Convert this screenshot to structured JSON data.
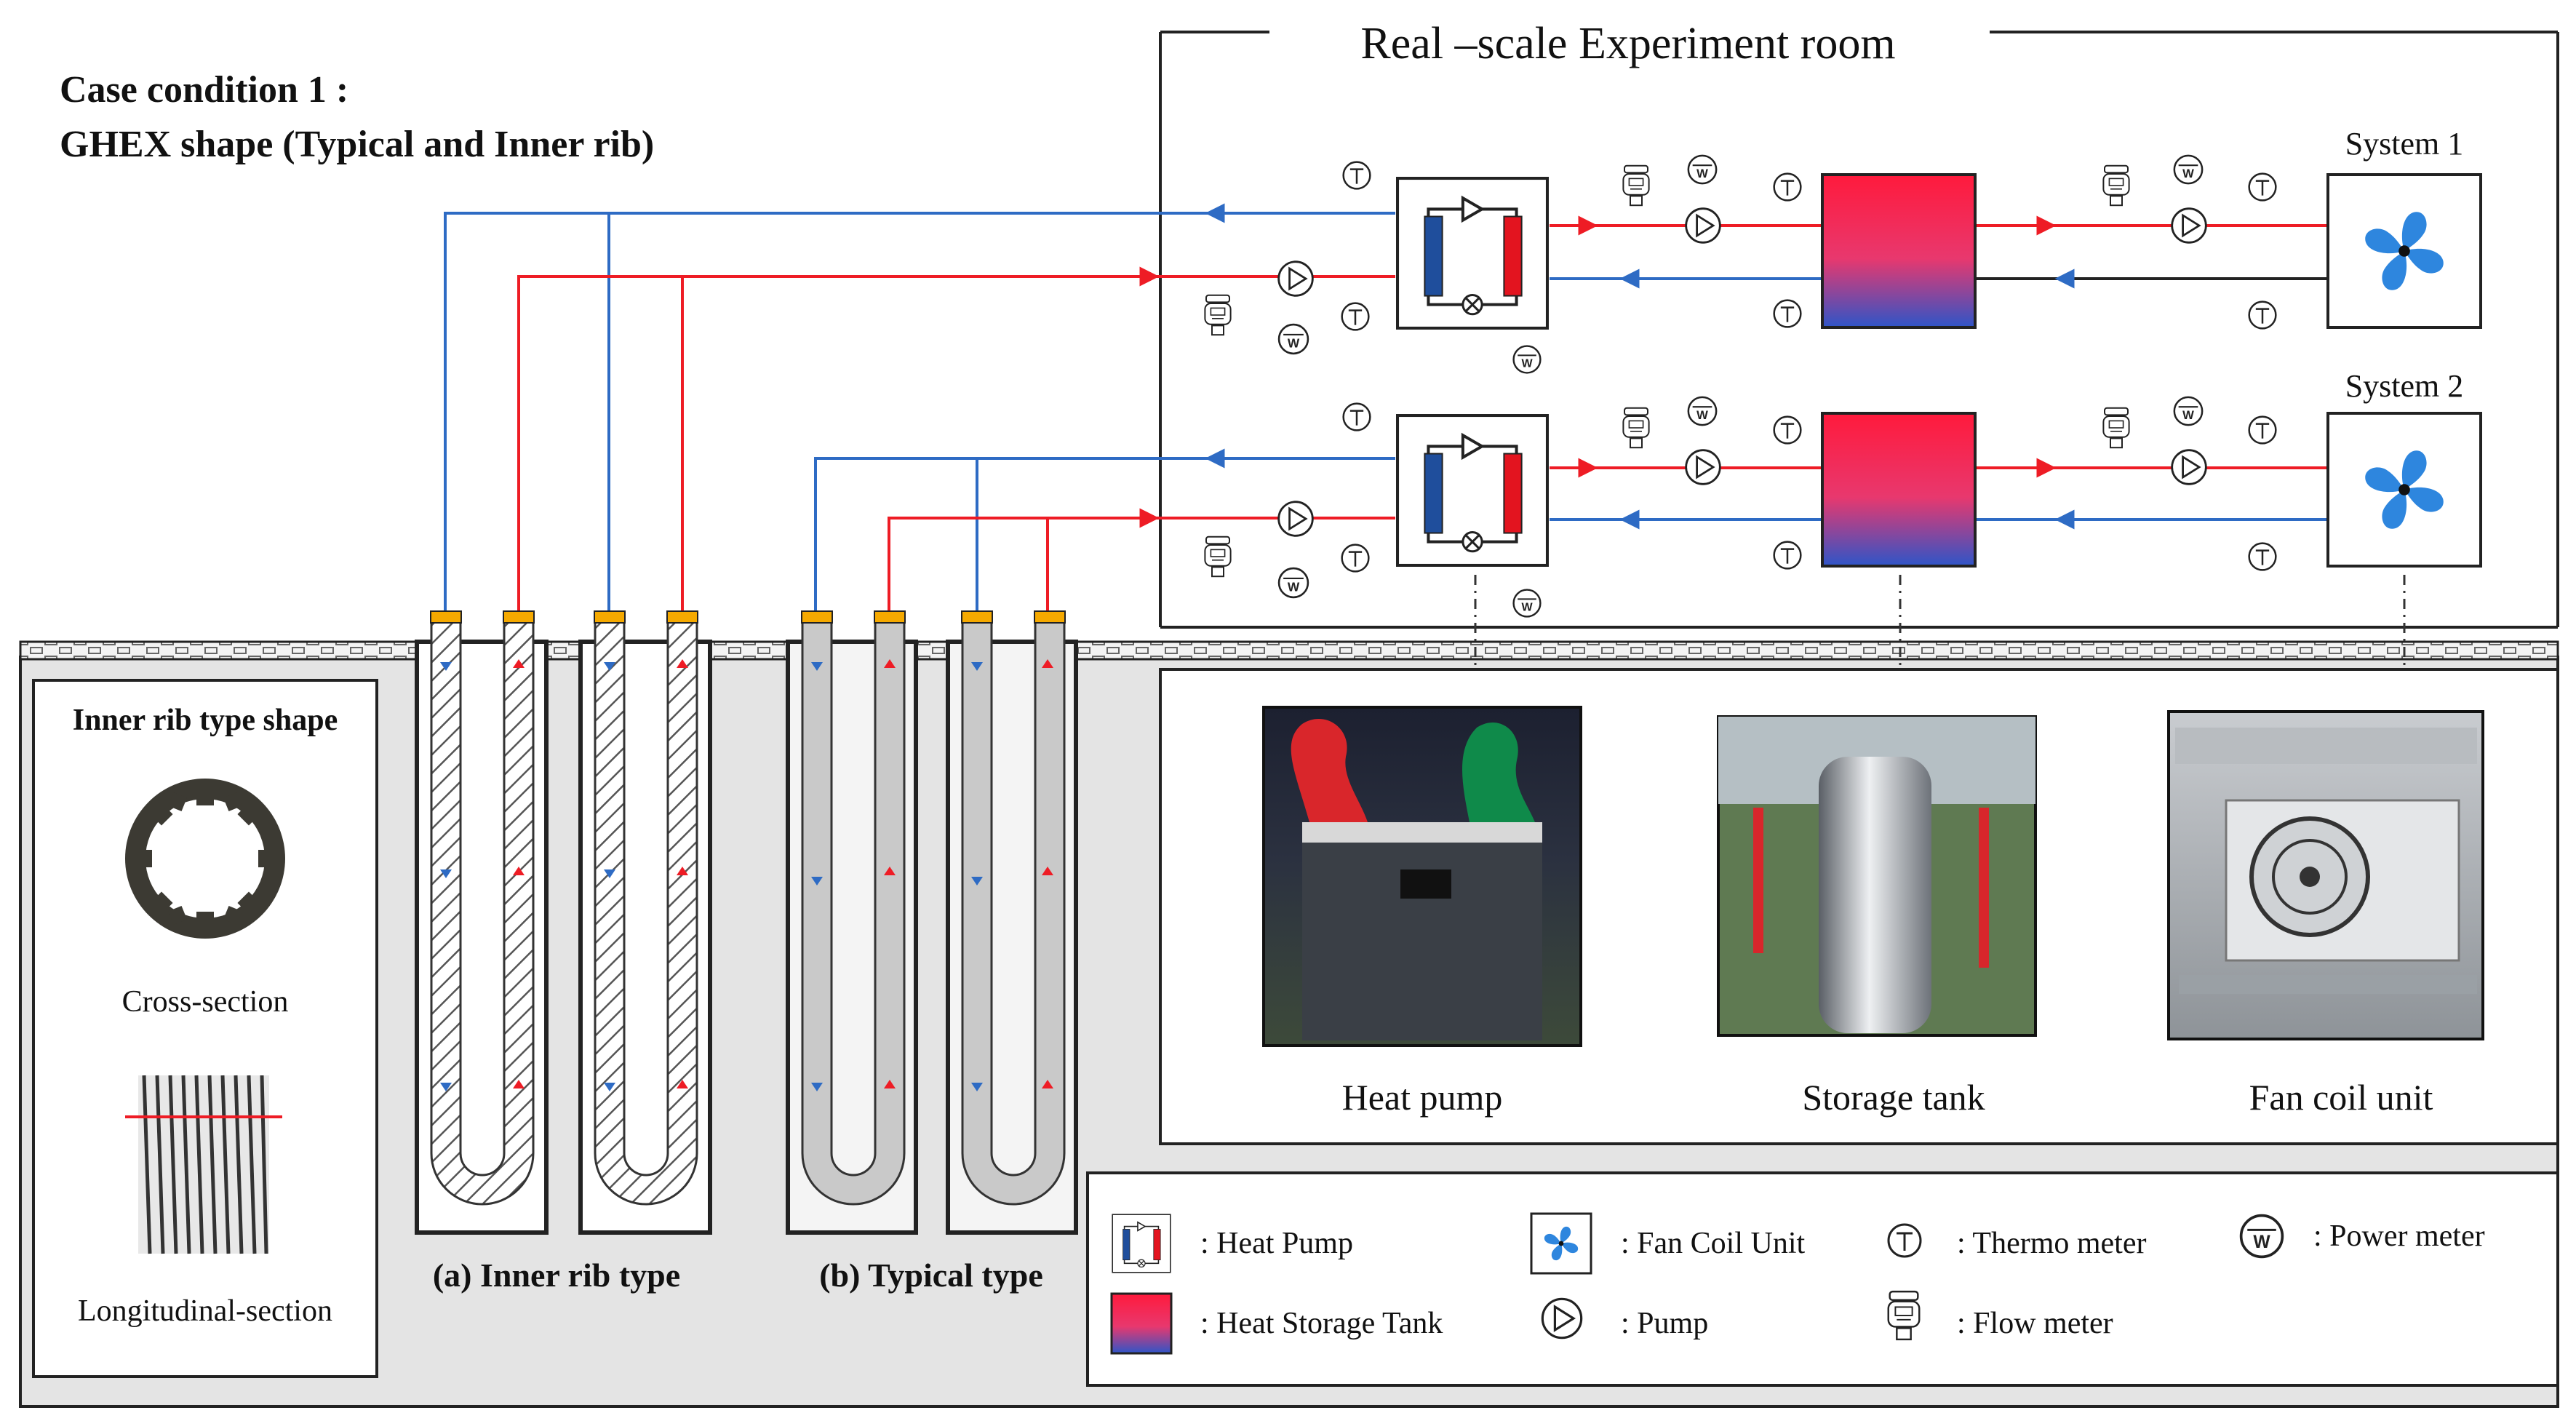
{
  "case": {
    "line1": "Case condition 1 :",
    "line2": "GHEX shape (Typical and Inner rib)"
  },
  "room": {
    "title": "Real –scale Experiment room"
  },
  "systems": {
    "system1": "System 1",
    "system2": "System 2"
  },
  "rib_panel": {
    "title": "Inner rib type shape",
    "cross_section": "Cross-section",
    "longitudinal_section": "Longitudinal-section"
  },
  "ghex": {
    "inner_rib_label": "(a) Inner rib type",
    "typical_label": "(b) Typical type"
  },
  "photos": {
    "heat_pump": "Heat pump",
    "storage_tank": "Storage tank",
    "fan_coil_unit": "Fan coil unit"
  },
  "legend": {
    "heat_pump": ": Heat Pump",
    "fan_coil_unit": ": Fan Coil Unit",
    "thermo_meter": ": Thermo meter",
    "power_meter": ": Power meter",
    "heat_storage_tank": ": Heat Storage Tank",
    "pump": ": Pump",
    "flow_meter": ": Flow meter"
  },
  "symbols": {
    "power": "W",
    "thermo": "T"
  },
  "colors": {
    "supply_red": "#ee1c25",
    "return_blue": "#2e6bc4",
    "tank_top": "#ff1a3c",
    "tank_bottom": "#2e55c8",
    "fan_blue": "#2e86de",
    "ground": "#e4e4e4",
    "cap_yellow": "#f5a900"
  }
}
